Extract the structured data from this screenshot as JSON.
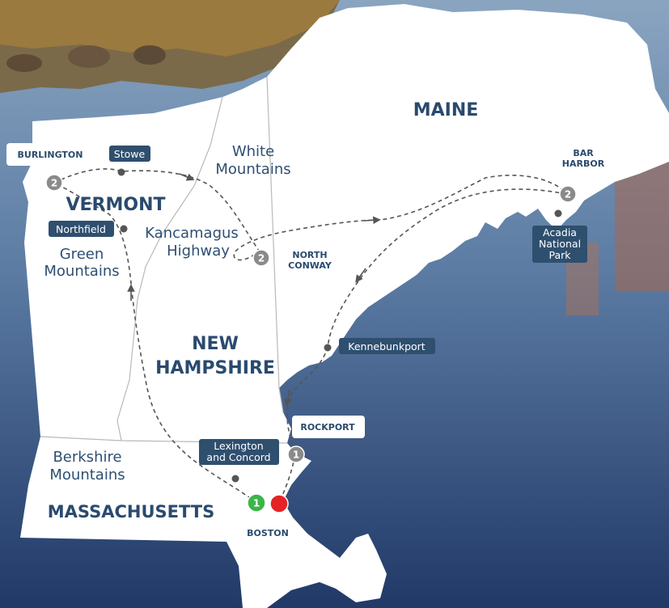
{
  "colors": {
    "land": "#ffffff",
    "water_top": "#7f9bb8",
    "water_bottom": "#223a66",
    "label_dark": "#2a4a6e",
    "tag_bg": "#2f4f6f",
    "route": "#555555",
    "badge_gray": "#8a8a8a",
    "start_green": "#3bb54a",
    "end_red": "#e52325"
  },
  "states": {
    "maine": "MAINE",
    "vermont": "VERMONT",
    "new_hampshire_line1": "NEW",
    "new_hampshire_line2": "HAMPSHIRE",
    "massachusetts": "MASSACHUSETTS"
  },
  "regions": {
    "white_mountains_1": "White",
    "white_mountains_2": "Mountains",
    "kancamagus_1": "Kancamagus",
    "kancamagus_2": "Highway",
    "green_mountains_1": "Green",
    "green_mountains_2": "Mountains",
    "berkshire_1": "Berkshire",
    "berkshire_2": "Mountains"
  },
  "cities": {
    "burlington": "BURLINGTON",
    "bar_harbor_1": "BAR",
    "bar_harbor_2": "HARBOR",
    "north_conway_1": "NORTH",
    "north_conway_2": "CONWAY",
    "rockport": "ROCKPORT",
    "boston": "BOSTON"
  },
  "tags": {
    "stowe": "Stowe",
    "northfield": "Northfield",
    "acadia_1": "Acadia",
    "acadia_2": "National",
    "acadia_3": "Park",
    "kennebunkport": "Kennebunkport",
    "lexington_1": "Lexington",
    "lexington_2": "and Concord"
  },
  "badges": {
    "burlington_nights": "2",
    "north_conway_nights": "2",
    "bar_harbor_nights": "2",
    "rockport_nights": "1",
    "boston_start": "1"
  }
}
